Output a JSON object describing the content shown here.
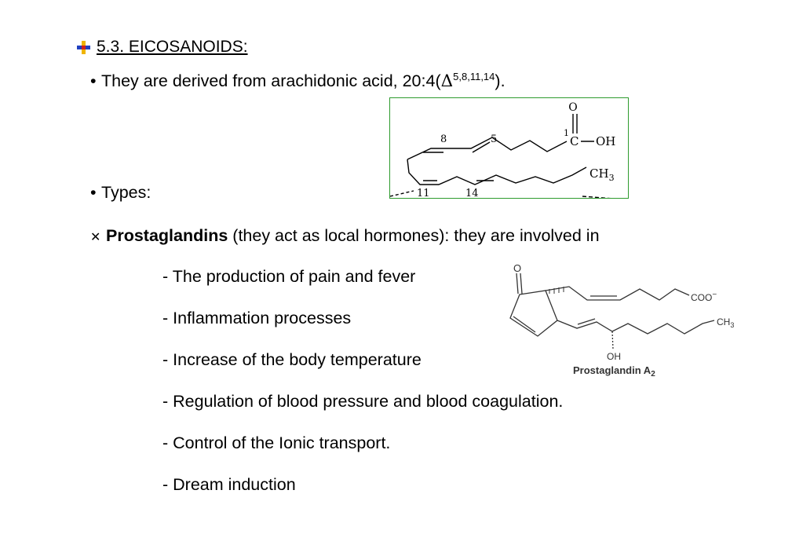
{
  "heading": {
    "icon": "bookmark-bullet-icon",
    "text": "5.3. EICOSANOIDS:"
  },
  "bullets": {
    "derived_text": "They are derived from arachidonic acid, 20:4(",
    "delta": "Δ",
    "positions": "5,8,11,14",
    "close": ").",
    "types": "Types:"
  },
  "prostaglandins": {
    "marker_icon": "cross-marker-icon",
    "name": "Prostaglandins",
    "description": " (they act as local hormones): they are involved in"
  },
  "roles": [
    "- The production of pain and fever",
    "- Inflammation processes",
    "- Increase of the body temperature",
    "- Regulation of blood pressure and blood coagulation.",
    "- Control of the Ionic transport.",
    "- Dream induction"
  ],
  "arachidonic_structure": {
    "labels": {
      "o": "O",
      "c1": "1",
      "c": "C",
      "oh": "OH",
      "p5": "5",
      "p8": "8",
      "p11": "11",
      "p14": "14",
      "ch": "CH",
      "sub3": "3"
    }
  },
  "prostaglandin_structure": {
    "labels": {
      "o": "O",
      "coo": "COO",
      "charge": "−",
      "ch": "CH",
      "sub3": "3",
      "oh": "OH",
      "caption": "Prostaglandin A",
      "caption_sub": "2"
    }
  }
}
